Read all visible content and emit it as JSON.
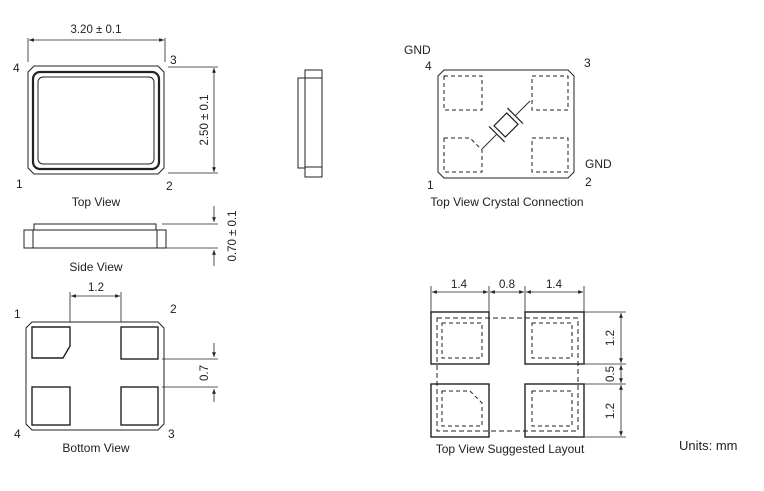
{
  "top_view": {
    "caption": "Top View",
    "width_dim": "3.20 ± 0.1",
    "height_dim": "2.50 ± 0.1",
    "pins": [
      "1",
      "2",
      "3",
      "4"
    ]
  },
  "side_view": {
    "caption": "Side View",
    "thickness_dim": "0.70 ± 0.1"
  },
  "bottom_view": {
    "caption": "Bottom View",
    "pitch_dim": "1.2",
    "pad_dim": "0.7",
    "pins": [
      "1",
      "2",
      "3",
      "4"
    ]
  },
  "crystal_connection": {
    "caption": "Top View Crystal Connection",
    "gnd_top": "GND",
    "gnd_bottom": "GND",
    "pins": [
      "1",
      "2",
      "3",
      "4"
    ]
  },
  "suggested_layout": {
    "caption": "Top View Suggested Layout",
    "dim_pad_w_left": "1.4",
    "dim_gap": "0.8",
    "dim_pad_w_right": "1.4",
    "dim_pad_h_top": "1.2",
    "dim_gap_v": "0.5",
    "dim_pad_h_bottom": "1.2"
  },
  "units": "Units: mm"
}
